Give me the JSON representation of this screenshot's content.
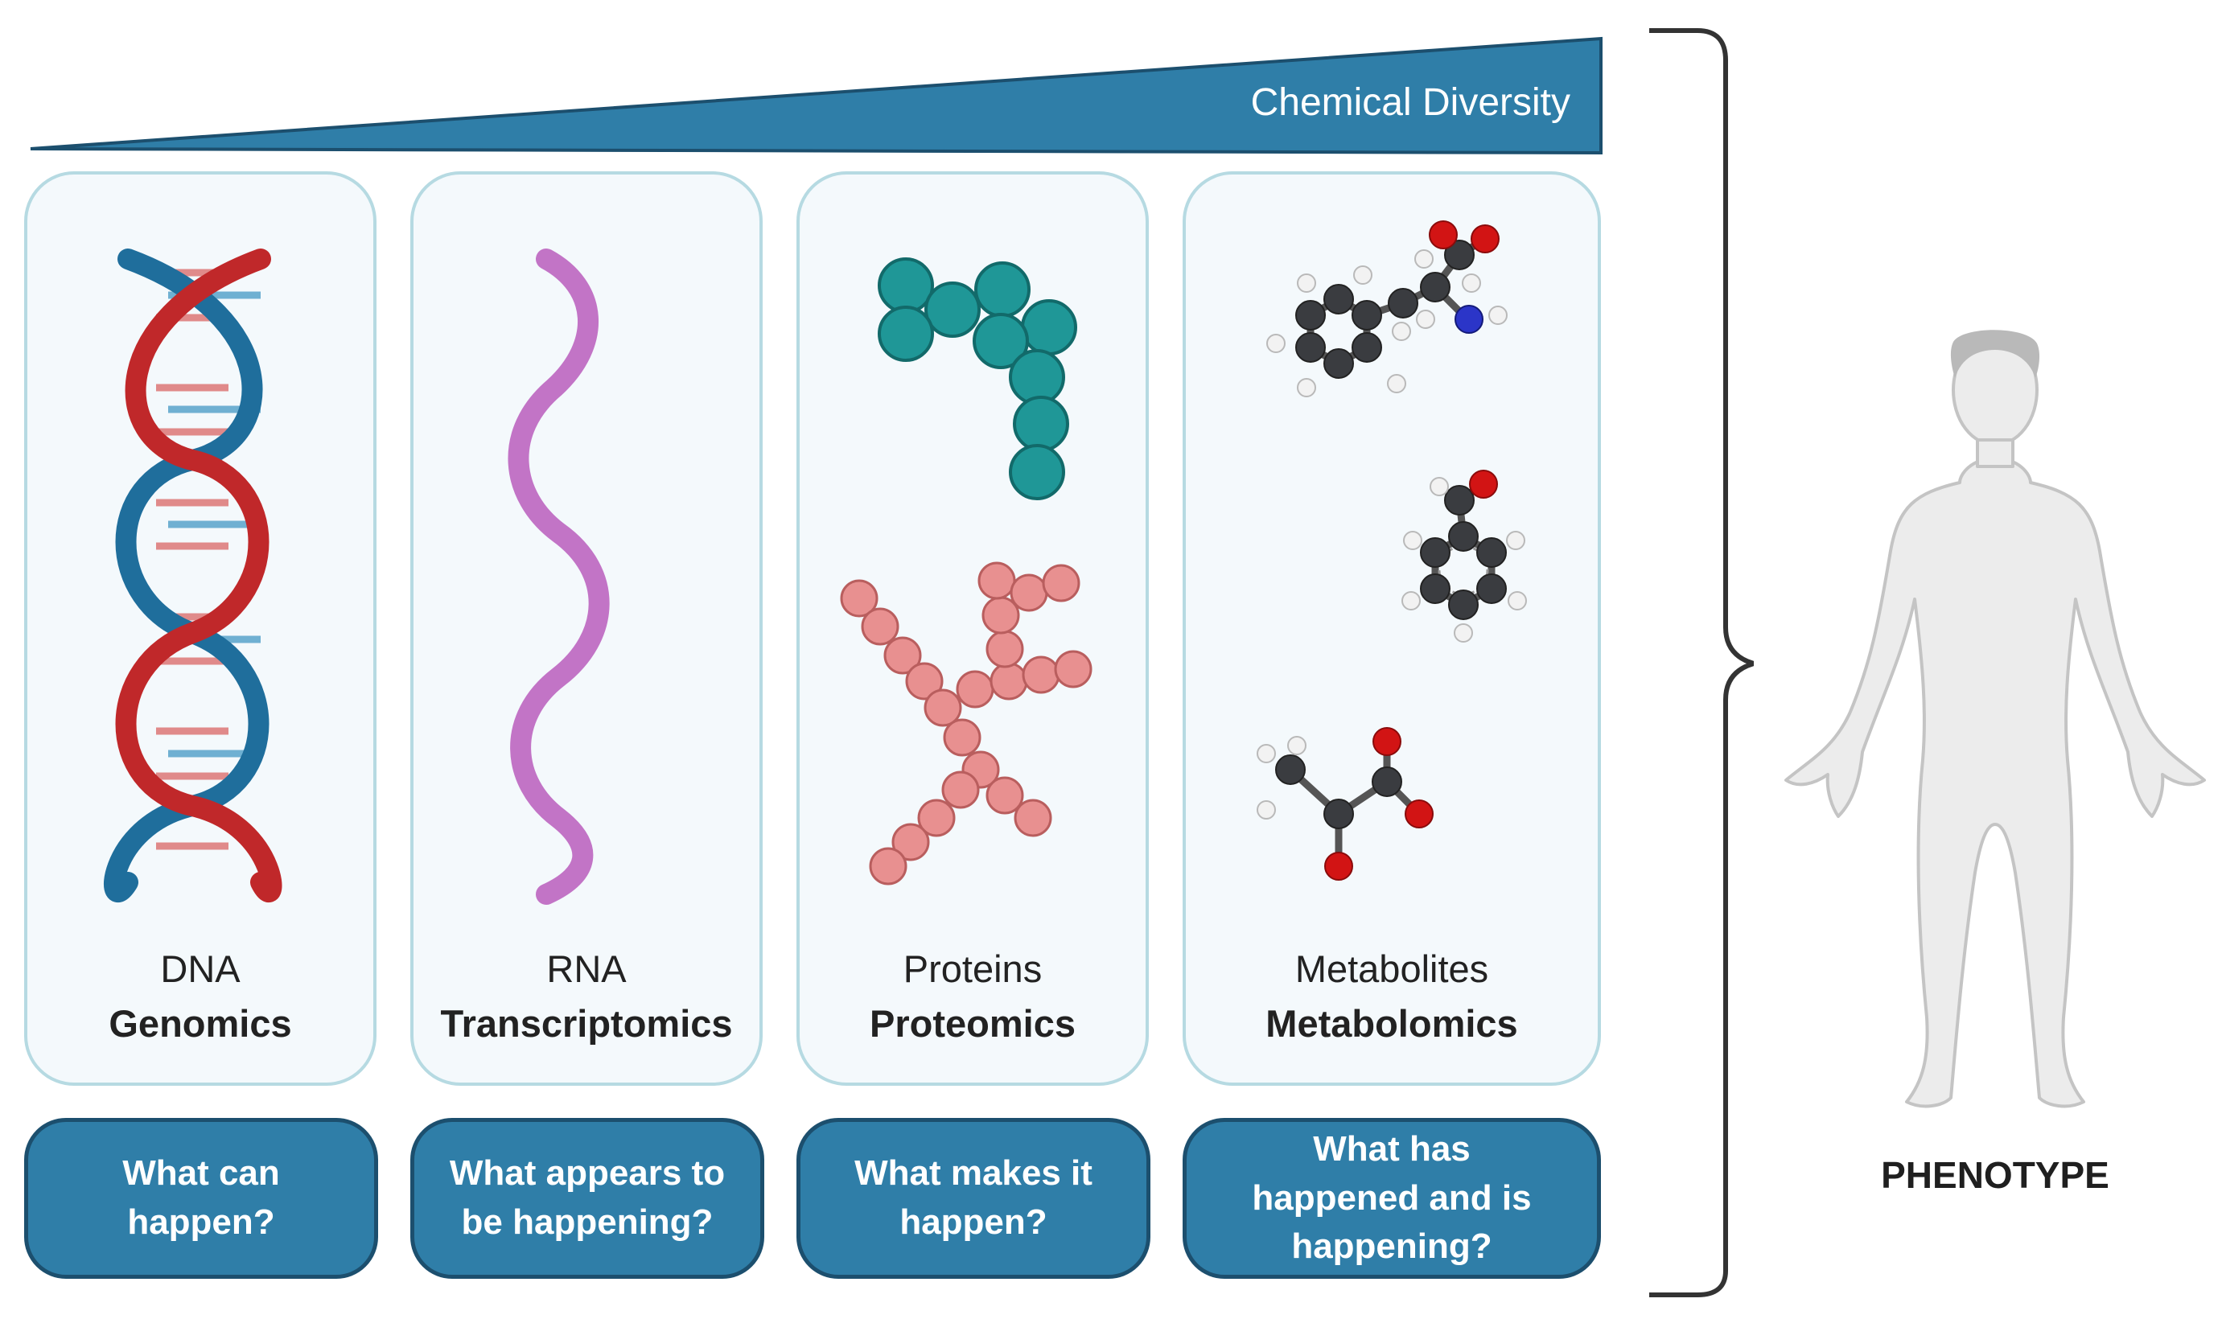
{
  "diversity_wedge": {
    "label": "Chemical Diversity",
    "color": "#2f7ea8"
  },
  "columns": [
    {
      "molecule": "DNA",
      "omics": "Genomics",
      "question": [
        "What can",
        "happen?"
      ],
      "icon": "dna-double-helix-icon"
    },
    {
      "molecule": "RNA",
      "omics": "Transcriptomics",
      "question": [
        "What appears to",
        "be happening?"
      ],
      "icon": "rna-strand-icon"
    },
    {
      "molecule": "Proteins",
      "omics": "Proteomics",
      "question": [
        "What makes it",
        "happen?"
      ],
      "icon": "protein-chain-icon"
    },
    {
      "molecule": "Metabolites",
      "omics": "Metabolomics",
      "question": [
        "What has",
        "happened and is",
        "happening?"
      ],
      "icon": "metabolite-molecules-icon"
    }
  ],
  "phenotype": {
    "label": "PHENOTYPE",
    "icon": "human-body-icon"
  },
  "colors": {
    "card_border": "#b6dae2",
    "card_fill": "#f4f9fc",
    "question_fill": "#2f7ea8",
    "question_border": "#1c4f6e",
    "dna_blue": "#1f6e9c",
    "dna_red": "#c0282a",
    "rna_purple": "#c274c6",
    "protein_teal": "#1f9797",
    "protein_pink": "#e89090",
    "oxygen": "#d21414",
    "nitrogen": "#2b35c8",
    "carbon": "#3a3c40",
    "hydrogen": "#f2f2f2"
  }
}
